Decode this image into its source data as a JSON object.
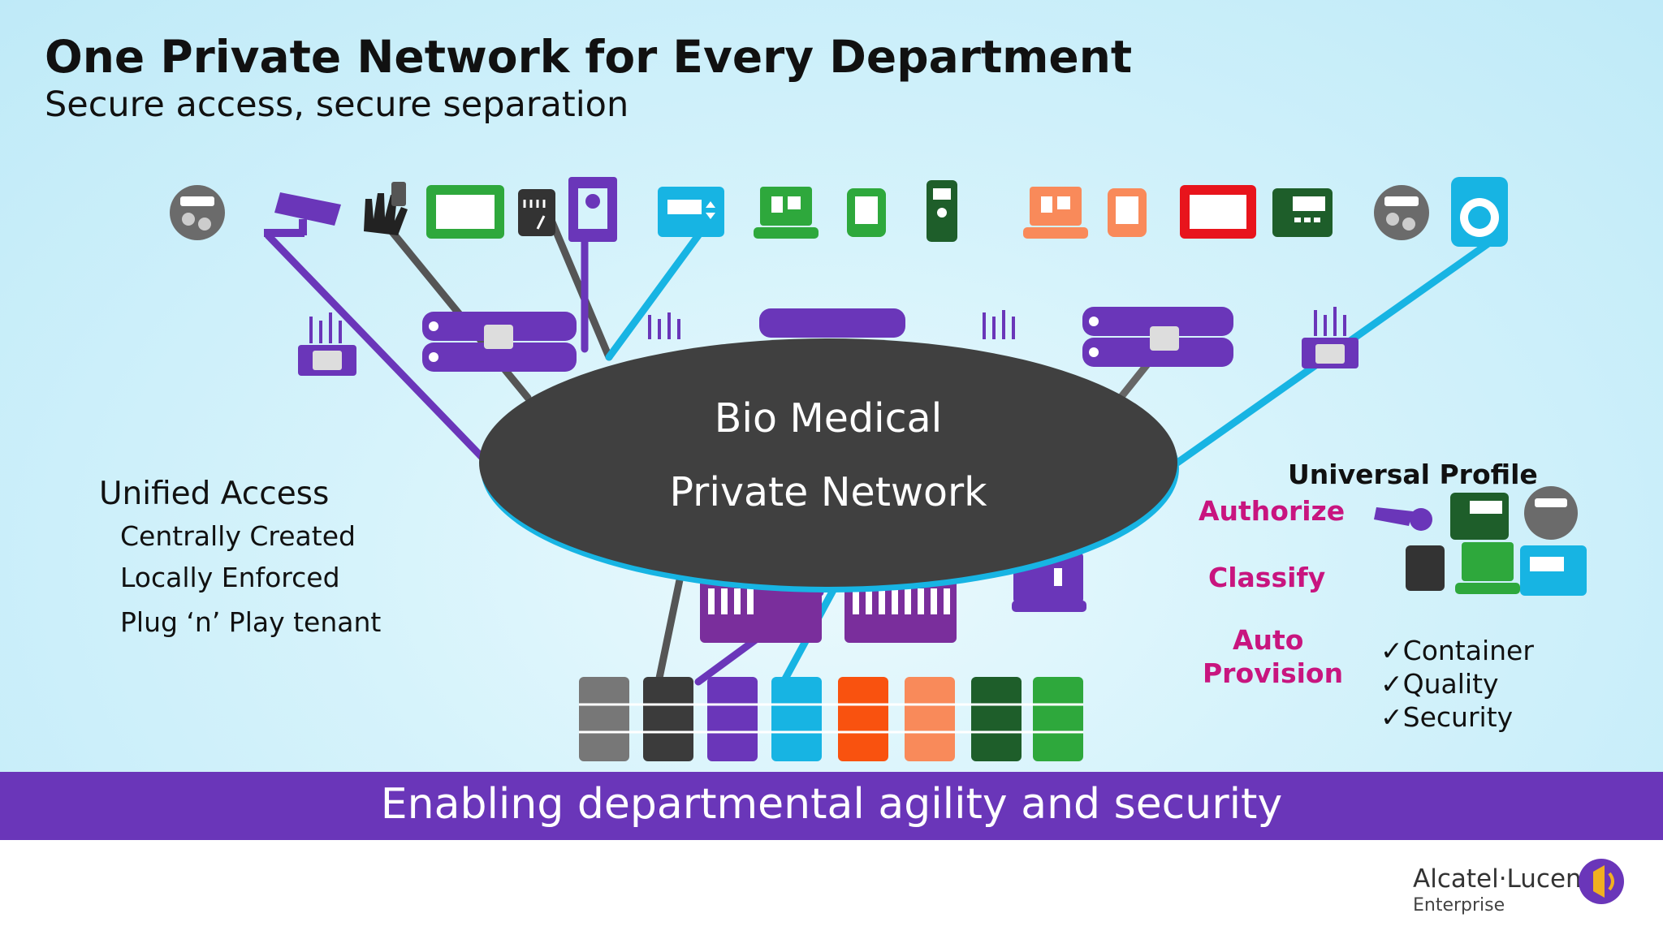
{
  "header": {
    "title": "One Private Network for Every Department",
    "subtitle": "Secure access, secure separation"
  },
  "network": {
    "line1": "Bio Medical",
    "line2": "Private Network"
  },
  "unified_access": {
    "heading": "Unified Access",
    "items": [
      "Centrally Created",
      "Locally Enforced",
      "Plug ‘n’ Play tenant"
    ]
  },
  "universal_profile": {
    "heading": "Universal Profile",
    "actions": [
      "Authorize",
      "Classify",
      "Auto",
      "Provision"
    ],
    "checks": [
      "✓Container",
      "✓Quality",
      "✓Security"
    ]
  },
  "banner": {
    "text": "Enabling departmental agility and security"
  },
  "logo": {
    "brand": "Alcatel·Lucent",
    "sub": "Enterprise"
  },
  "colors": {
    "purple": "#6a36b9",
    "ellipse": "#404040",
    "cyan": "#17b4e3",
    "magenta": "#c8157f"
  },
  "icons": [
    "meter-icon",
    "camera-icon",
    "hand-icon",
    "monitor-icon",
    "dial-icon",
    "infusion-pump-icon",
    "thermostat-icon",
    "computer-icon",
    "tablet-icon",
    "phone-icon",
    "washer-icon",
    "switch-icon",
    "access-point-icon",
    "server-icon"
  ]
}
